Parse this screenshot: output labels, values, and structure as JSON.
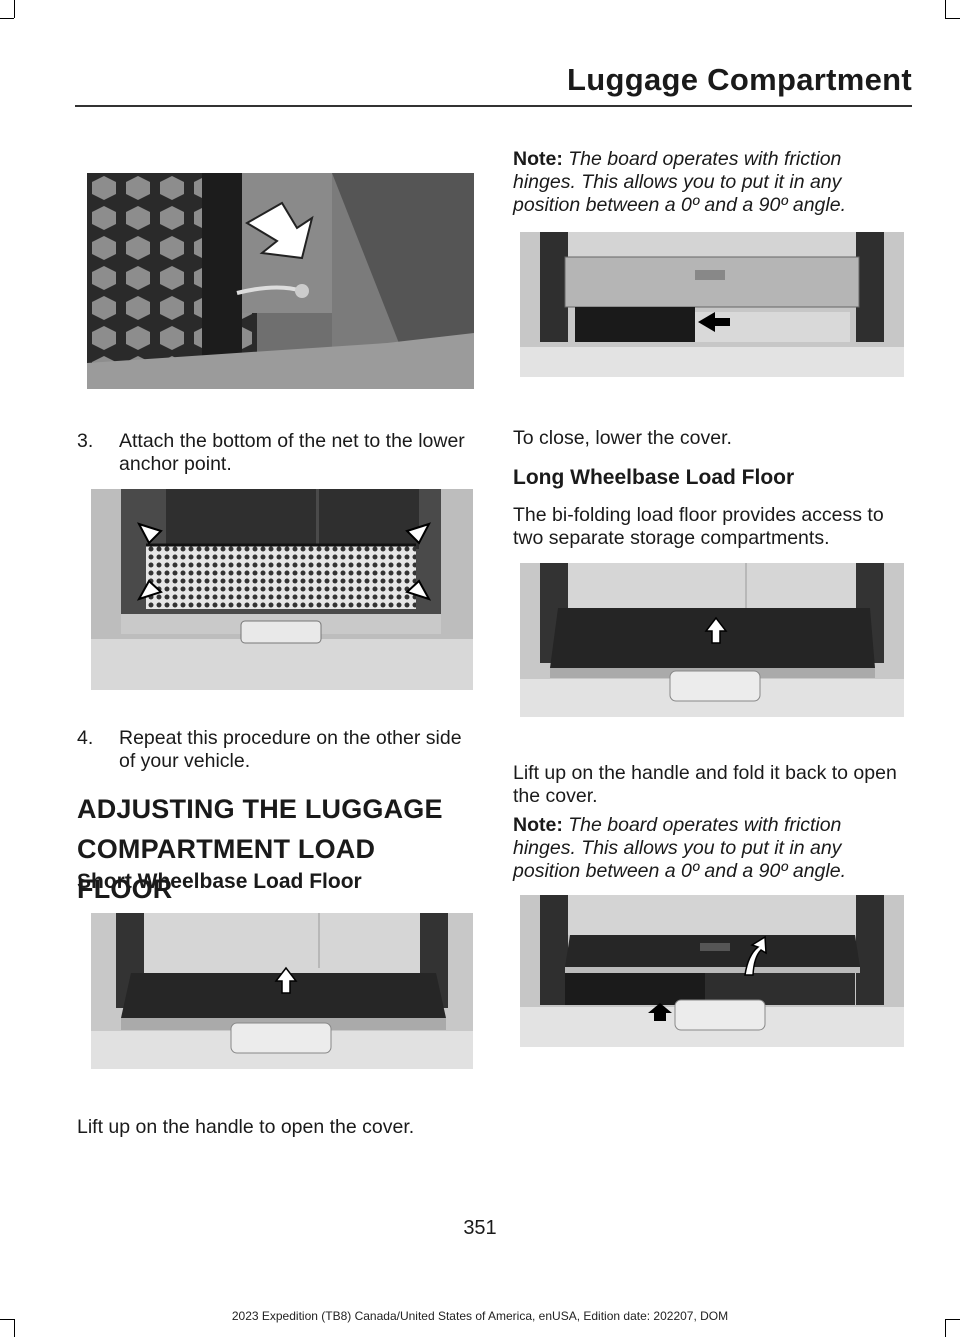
{
  "header": {
    "title": "Luggage Compartment"
  },
  "left_column": {
    "step3": {
      "number": "3.",
      "text": "Attach the bottom of the net to the lower anchor point."
    },
    "step4": {
      "number": "4.",
      "text": "Repeat this procedure on the other side of your vehicle."
    },
    "section_heading_line1": "ADJUSTING THE LUGGAGE",
    "section_heading_line2": "COMPARTMENT LOAD FLOOR",
    "subheading_short": "Short Wheelbase Load Floor",
    "short_instruction": "Lift up on the handle to open the cover."
  },
  "right_column": {
    "note1": {
      "label": "Note:",
      "text": "The board operates with friction hinges. This allows you to put it in any position between a 0º and a 90º angle."
    },
    "close_instruction": "To close, lower the cover.",
    "subheading_long": "Long Wheelbase Load Floor",
    "long_description": "The bi-folding load floor provides access to two separate storage compartments.",
    "long_instruction": "Lift up on the handle and fold it back to open the cover.",
    "note2": {
      "label": "Note:",
      "text": "The board operates with friction hinges. This allows you to put it in any position between a 0º and a 90º angle."
    }
  },
  "page_number": "351",
  "footer": "2023 Expedition (TB8) Canada/United States of America, enUSA, Edition date: 202207, DOM"
}
